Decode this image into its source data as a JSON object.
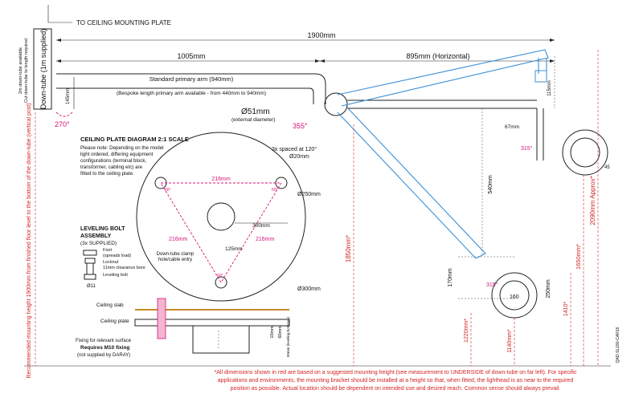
{
  "header": {
    "to_ceiling_plate": "TO CEILING MOUNTING PLATE"
  },
  "downtube": {
    "label": "Down-tube (1m supplied)",
    "note1": "2m down-tube available",
    "note2": "Cut down-tube to length required",
    "rotation": "270°",
    "dim": "145mm"
  },
  "dims": {
    "total": "1900mm",
    "left": "1005mm",
    "right": "895mm (Horizontal)",
    "primary_arm": "Standard primary arm (940mm)",
    "bespoke": "(Bespoke length primary arm available - from 440mm to 940mm)",
    "diameter": "Ø51mm",
    "diameter_note": "(external diameter)",
    "rotation_355": "355°",
    "d115": "115mm",
    "d67": "67mm",
    "d315a": "315°",
    "d540": "540mm",
    "d170": "170mm",
    "d250": "250mm",
    "d315b": "315°",
    "d160": "160",
    "d45": "45",
    "red_1850": "1850mm*",
    "red_1220": "1220mm*",
    "red_1140": "1140mm*",
    "red_1410": "1410*",
    "red_1650": "1650mm*",
    "red_2090": "2090mm Approx*",
    "vertical_note": "Recommended mounting height 1900mm from finished floor level to the bottom of the down-tube (vertical post)"
  },
  "plate": {
    "title": "CEILING PLATE DIAGRAM 2:1 SCALE",
    "note": [
      "Please note: Depending on the model",
      "light ordered, differing equipment",
      "configurations (terminal block,",
      "transformer, cabling etc) are",
      "fitted to the ceiling plate."
    ],
    "holes": "3x spaced at 120°",
    "d20": "Ø20mm",
    "d250": "Ø250mm",
    "d300": "Ø300mm",
    "m216a": "216mm",
    "m216b": "216mm",
    "m216c": "216mm",
    "d300mm": "300mm",
    "d125": "125mm",
    "a60": "60°",
    "clamp": [
      "Down-tube clamp",
      "hole/cable entry"
    ]
  },
  "bolt": {
    "title": [
      "LEVELING BOLT",
      "ASSEMBLY",
      "(3x SUPPLIED)"
    ],
    "foot": [
      "Foot",
      "(spreads load)"
    ],
    "locknut": "Locknut",
    "clearance": "11mm clearance bore",
    "leveling": "Leveling bolt",
    "d11": "Ø11"
  },
  "section": {
    "slab": "Ceiling slab",
    "plate": "Ceiling plate",
    "fixing": [
      "Fixing for relevant surface",
      "Requires M10 fixing",
      "(not supplied by DARAY)"
    ],
    "d10": "10mm",
    "d60": "60mm",
    "d50": "50mm (leveling bolt max)"
  },
  "footer": {
    "line1": "*All dimensions shown in red are based on a suggested mounting height (see measurement to UNDERSIDE of down-tube on far left). For specific",
    "line2": "applications and environments, the mounting bracket should be installed at a height so that, when fitted, the lighthead is as near to the required",
    "line3": "position as possible. Actual location should be dependent on intended use and desired reach. Common sense should always prevail.",
    "code": "QAD-SL180-CAR16"
  }
}
